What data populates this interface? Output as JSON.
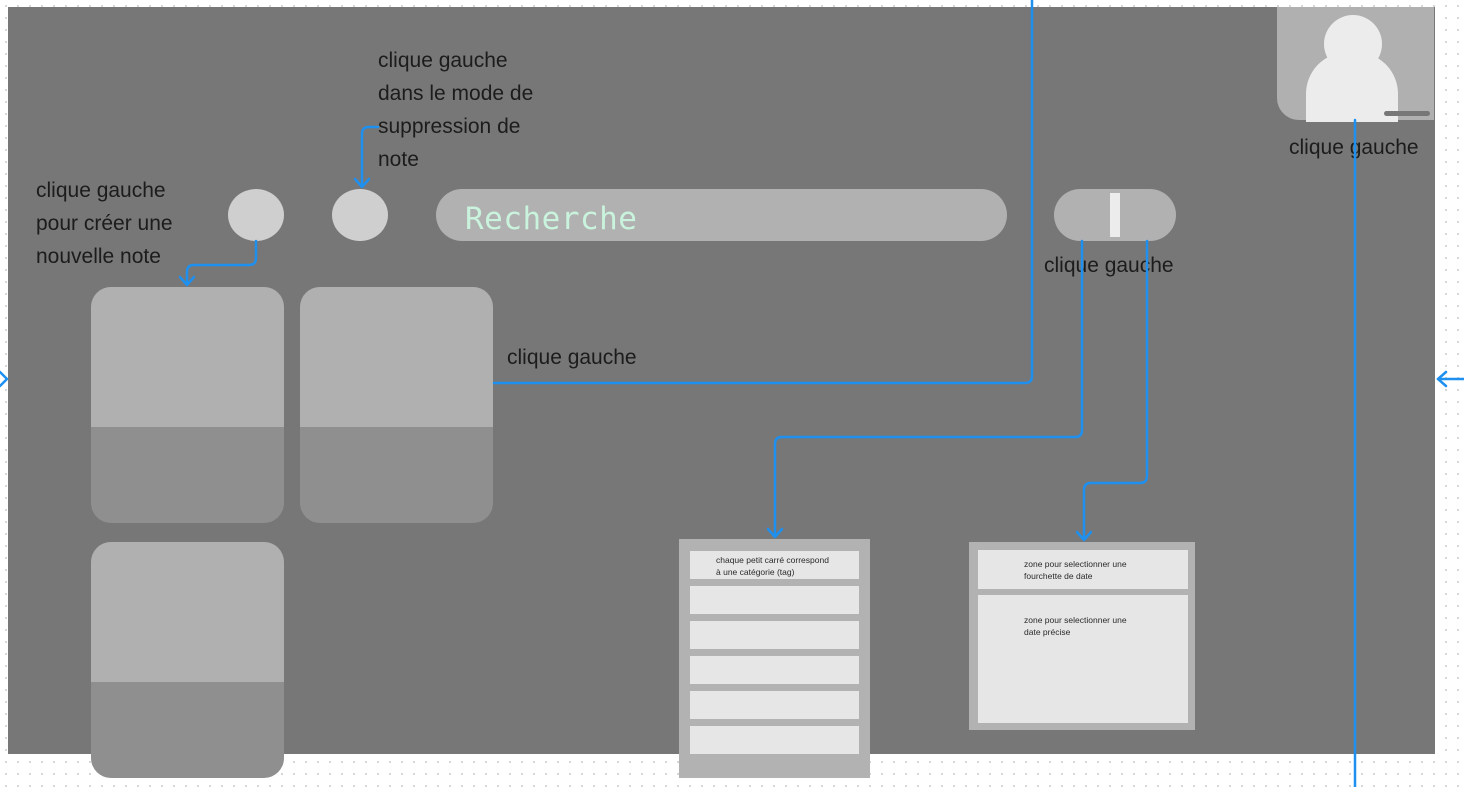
{
  "search": {
    "placeholder": "Recherche"
  },
  "annotations": {
    "create_note": [
      "clique gauche",
      "pour créer une",
      "nouvelle note"
    ],
    "delete_mode": [
      "clique gauche",
      "dans le mode de",
      "suppression de",
      "note"
    ],
    "note_click": "clique gauche",
    "filter_click": "clique gauche",
    "profile_click": "clique gauche"
  },
  "tag_panel": {
    "header": [
      "chaque petit carré correspond",
      "à une catégorie (tag)"
    ],
    "tag_count": 6
  },
  "date_panel": {
    "range_zone": [
      "zone pour selectionner une",
      "fourchette de date"
    ],
    "exact_zone": [
      "zone pour selectionner une",
      "date précise"
    ]
  },
  "colors": {
    "screen": "#777777",
    "connector": "#1e90f0",
    "search_text": "#c9f3dc",
    "component_light": "#b0b0b0",
    "component_dark": "#8f8f8f"
  }
}
